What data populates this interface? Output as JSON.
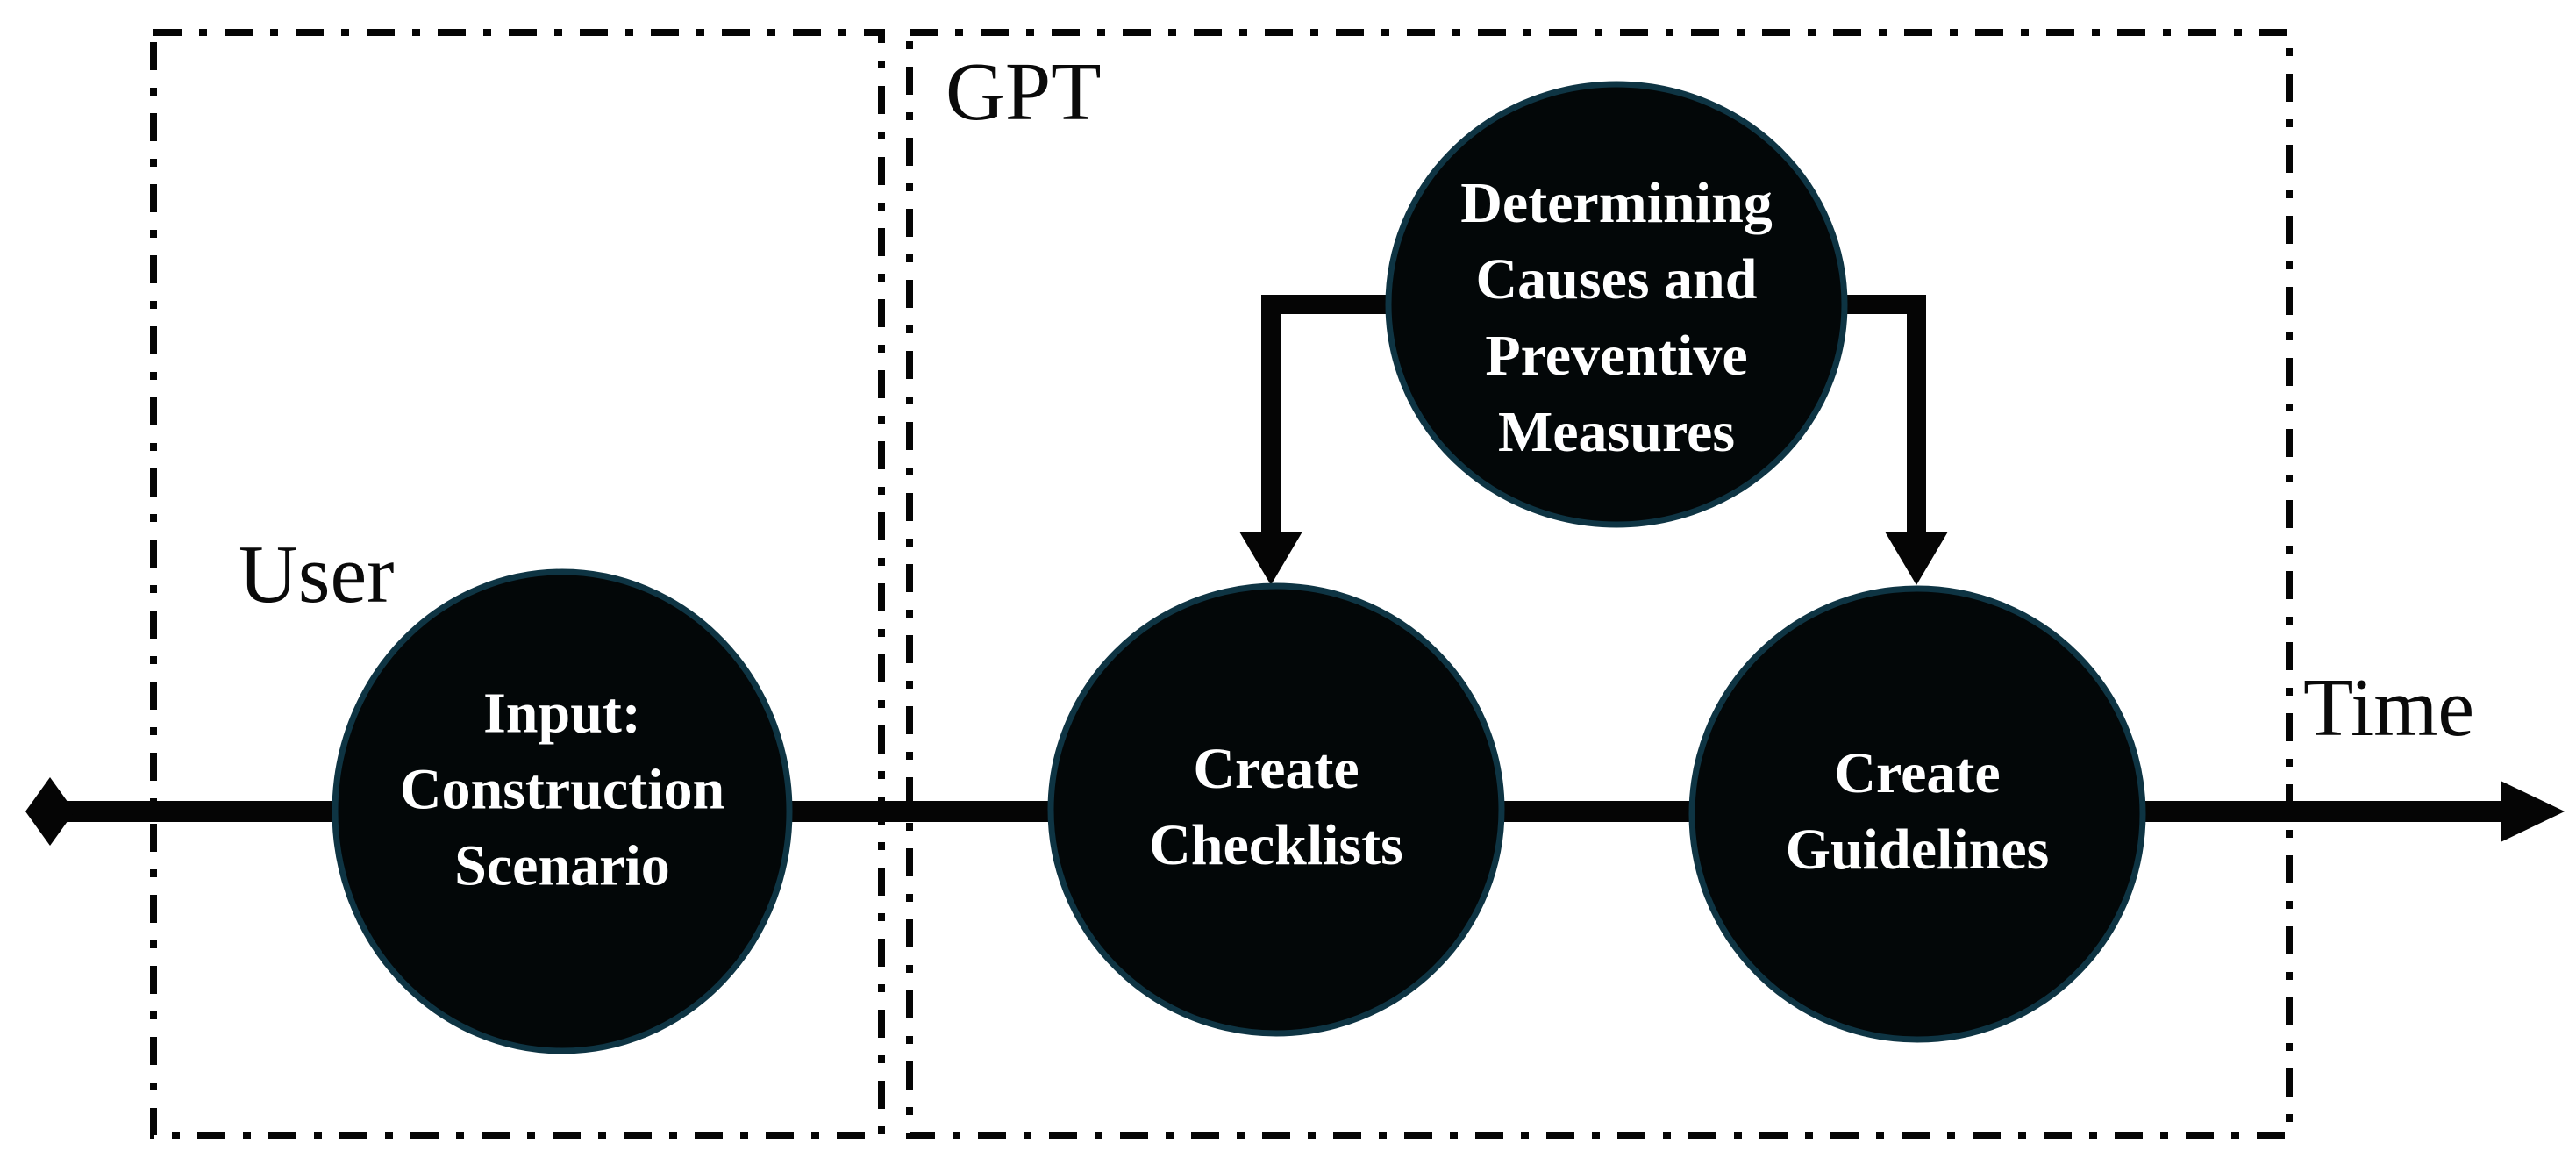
{
  "lanes": {
    "user": {
      "label": "User"
    },
    "gpt": {
      "label": "GPT"
    }
  },
  "axis": {
    "label": "Time"
  },
  "nodes": {
    "input": {
      "lines": [
        "Input:",
        "Construction",
        "Scenario"
      ]
    },
    "determining": {
      "lines": [
        "Determining",
        "Causes and",
        "Preventive",
        "Measures"
      ]
    },
    "checklists": {
      "lines": [
        "Create",
        "Checklists"
      ]
    },
    "guidelines": {
      "lines": [
        "Create",
        "Guidelines"
      ]
    }
  },
  "edges": [
    {
      "from": "Determining Causes and Preventive Measures",
      "to": "Create Checklists",
      "type": "elbow-arrow"
    },
    {
      "from": "Determining Causes and Preventive Measures",
      "to": "Create Guidelines",
      "type": "elbow-arrow"
    }
  ],
  "timeline_order": [
    "Input: Construction Scenario",
    "Create Checklists",
    "Create Guidelines"
  ],
  "colors": {
    "background": "#ffffff",
    "node_fill": "#030708",
    "node_stroke": "#0e3443",
    "line": "#050505",
    "node_text": "#ffffff",
    "label_text": "#0a0a0a"
  }
}
